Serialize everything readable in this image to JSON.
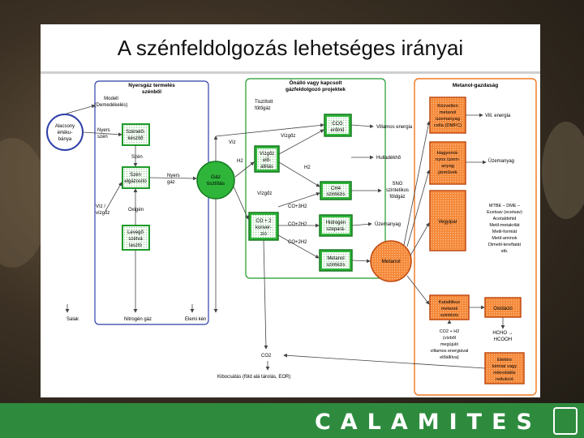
{
  "title": "A szénfeldolgozás lehetséges irányai",
  "brand": {
    "name": "CALAMITES",
    "bar_color": "#2e8b3e"
  },
  "colors": {
    "blue": "#2f3fa8",
    "green": "#1e9b2a",
    "orange": "#f07820",
    "arrow": "#444444"
  },
  "groups": {
    "left": [
      "Nyersgáz termelés",
      "szénből"
    ],
    "middle": [
      "Önálló vagy kapcsolt",
      "gázfeldolgozó projektek"
    ],
    "right": [
      "Metanol-gazdaság"
    ]
  },
  "nodes": {
    "modell": [
      "Modell",
      "(Demedékelés)"
    ],
    "alcsony": [
      "Alacsony",
      "értéku-",
      "bánya"
    ],
    "szenkeszito": [
      "Szénelő-",
      "készítő"
    ],
    "szen_elgazosito": [
      "Szén",
      "elgázosító"
    ],
    "levegoszetvalaszto": [
      "Levegő",
      "szétvá",
      "lasztó"
    ],
    "gaztisztitas": [
      "Gáz",
      "tisztítás"
    ],
    "ccgt": [
      "CCG",
      "erőmű"
    ],
    "vizgoz_eloallitas": [
      "Vízgőz",
      "elő-",
      "állítás"
    ],
    "ch4_szintezis": [
      "CH4",
      "szintézis"
    ],
    "co_konverzio": [
      "CO + 2",
      "konver-",
      "zió"
    ],
    "hidrogen_szeparacio": [
      "Hidrogén",
      "szepará-",
      "ció"
    ],
    "metanol_szintezis": [
      "Metanol",
      "szintézis"
    ],
    "kozvetlen": [
      "Közvetlen",
      "metanol",
      "üzemanyag",
      "cella (DMFC)"
    ],
    "hagyomanyos": [
      "Hagyomá-",
      "nyos üzem-",
      "anyag",
      "járművek"
    ],
    "vegyipar": [
      "Vegyipar"
    ],
    "metanol_gomb": [
      "Metanol"
    ],
    "katalitikus": [
      "Katalitikus",
      "metanol",
      "szintézis"
    ],
    "oxidacio": [
      "Oxidáció"
    ],
    "elektrokem": [
      "Elektro",
      "kémiai vagy",
      "mikrobiális",
      "redukció"
    ]
  },
  "labels": {
    "nyersszen": [
      "Nyers",
      "szén"
    ],
    "szen": [
      "Szén"
    ],
    "nyersgaz": [
      "Nyers",
      "gáz"
    ],
    "vizgoz_oxigen": [
      "Víz /",
      "vízgőz"
    ],
    "oxigen": [
      "Oxigén"
    ],
    "tisztitott_fukogaz": [
      "Tisztított",
      "fűtőgáz"
    ],
    "viz": [
      "Víz"
    ],
    "vizgoz1": [
      "Vízgőz"
    ],
    "vizgoz2": [
      "Vízgőz"
    ],
    "h2a": [
      "H2"
    ],
    "h2b": [
      "H2"
    ],
    "vill_energia": [
      "Villamos energia"
    ],
    "hulladekho": [
      "Hulladékhő"
    ],
    "sng": [
      "SNG",
      "szintetikus",
      "földgáz"
    ],
    "co3h2": [
      "CO+3H2"
    ],
    "co2h2a": [
      "CO+2H2"
    ],
    "co2h2b": [
      "CO+2H2"
    ],
    "uzemanyag": [
      "Üzemanyag"
    ],
    "vill_energia2": [
      "Vill. energia"
    ],
    "uzemanyag2": [
      "Üzemanyag"
    ],
    "vegyipar_list": [
      "MTBE – DME –",
      "Ecetsav (ecetsav)",
      "Acetaldehid",
      "Metil-metakrilát",
      "Metil-formiát",
      "Metil-aminok",
      "Dimetil-tereftalát",
      "stb."
    ],
    "co2_h2o": [
      "CO2 + H2",
      "(vízből",
      "megújuló",
      "villamos energiával",
      "előállítva)"
    ],
    "hcho": [
      "HCHO →",
      "HCOOH"
    ],
    "co2": [
      "CO2"
    ],
    "kibocsatas": [
      "Kibocsátás (föld alá tárolás, EOR)"
    ],
    "salak": [
      "Salak"
    ],
    "nitrogen_gaz": [
      "Nitrogén gáz"
    ],
    "elemi_ken": [
      "Elemi kén"
    ]
  }
}
